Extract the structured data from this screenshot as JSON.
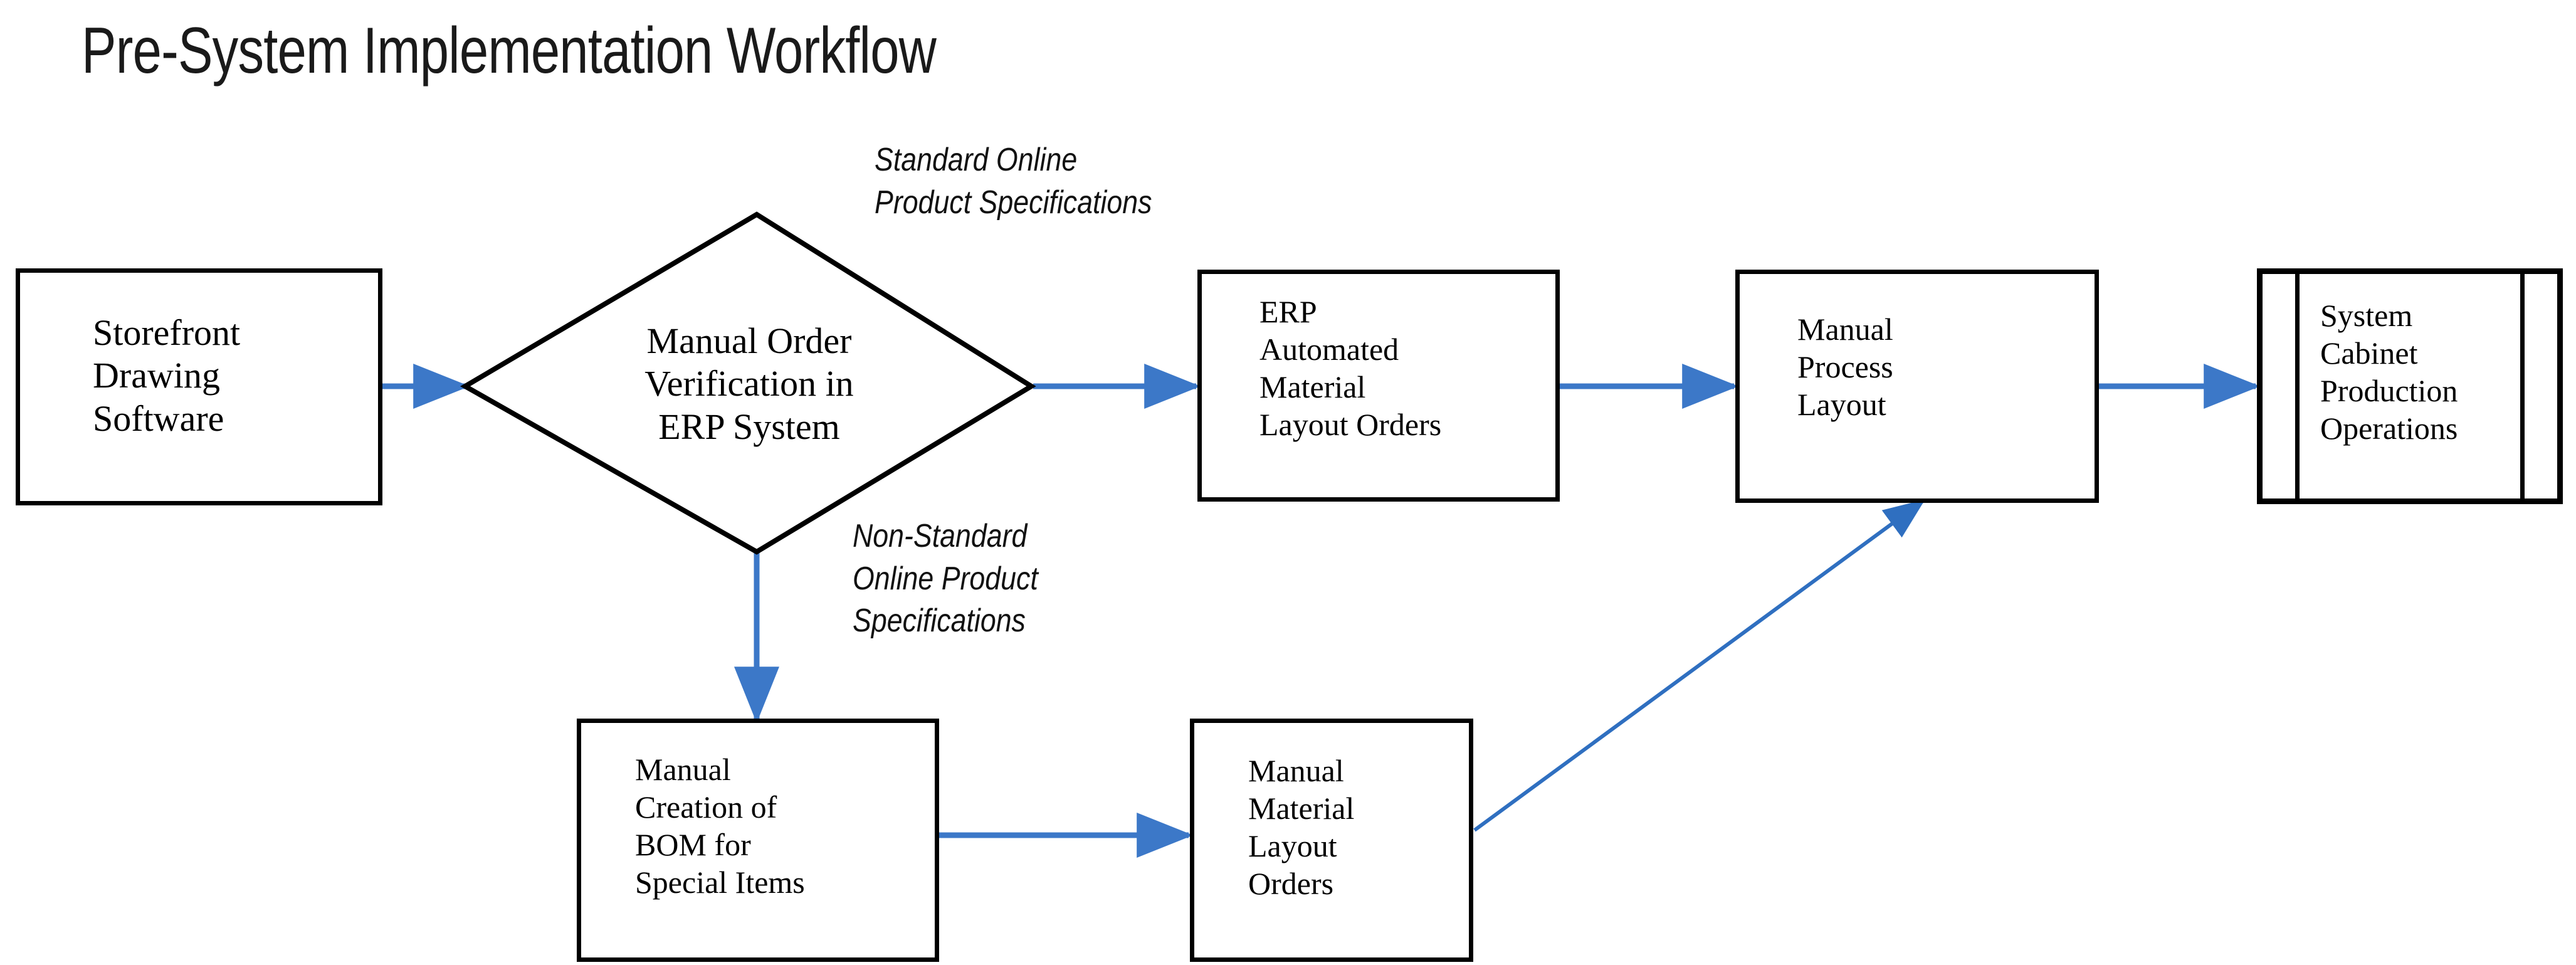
{
  "page": {
    "title": "Pre-System Implementation Workflow",
    "background_color": "#ffffff",
    "shape_outline_color": "#000000",
    "connector_color": "#3C78C8",
    "text_color": "#000000"
  },
  "nodes": {
    "storefront": {
      "id": "storefront-drawing-software",
      "shape": "process",
      "label": "Storefront\nDrawing\nSoftware"
    },
    "verification": {
      "id": "manual-order-verification",
      "shape": "decision",
      "label": "Manual Order\nVerification in\nERP System"
    },
    "erp_orders": {
      "id": "erp-automated-material-layout-orders",
      "shape": "process",
      "label": "ERP\nAutomated\nMaterial\nLayout Orders"
    },
    "manual_process_layout": {
      "id": "manual-process-layout",
      "shape": "process",
      "label": "Manual\nProcess\nLayout"
    },
    "production_ops": {
      "id": "system-cabinet-production-operations",
      "shape": "predefined-process",
      "label": "System\nCabinet\nProduction\nOperations"
    },
    "bom_creation": {
      "id": "manual-creation-of-bom",
      "shape": "process",
      "label": "Manual\nCreation of\nBOM for\nSpecial Items"
    },
    "manual_orders": {
      "id": "manual-material-layout-orders",
      "shape": "process",
      "label": "Manual\nMaterial\nLayout\nOrders"
    }
  },
  "edge_labels": {
    "standard_branch": "Standard Online\nProduct Specifications",
    "nonstandard_branch": "Non-Standard\nOnline Product\nSpecifications"
  },
  "edges": [
    {
      "id": "storefront-to-verification",
      "from": "storefront",
      "to": "verification",
      "label": ""
    },
    {
      "id": "verification-to-erp-orders",
      "from": "verification",
      "to": "erp_orders",
      "label": "Standard Online Product Specifications"
    },
    {
      "id": "erp-orders-to-manual-process-layout",
      "from": "erp_orders",
      "to": "manual_process_layout",
      "label": ""
    },
    {
      "id": "manual-process-layout-to-production-ops",
      "from": "manual_process_layout",
      "to": "production_ops",
      "label": ""
    },
    {
      "id": "verification-to-bom-creation",
      "from": "verification",
      "to": "bom_creation",
      "label": "Non-Standard Online Product Specifications"
    },
    {
      "id": "bom-creation-to-manual-orders",
      "from": "bom_creation",
      "to": "manual_orders",
      "label": ""
    },
    {
      "id": "manual-orders-to-manual-process-layout",
      "from": "manual_orders",
      "to": "manual_process_layout",
      "label": ""
    }
  ]
}
